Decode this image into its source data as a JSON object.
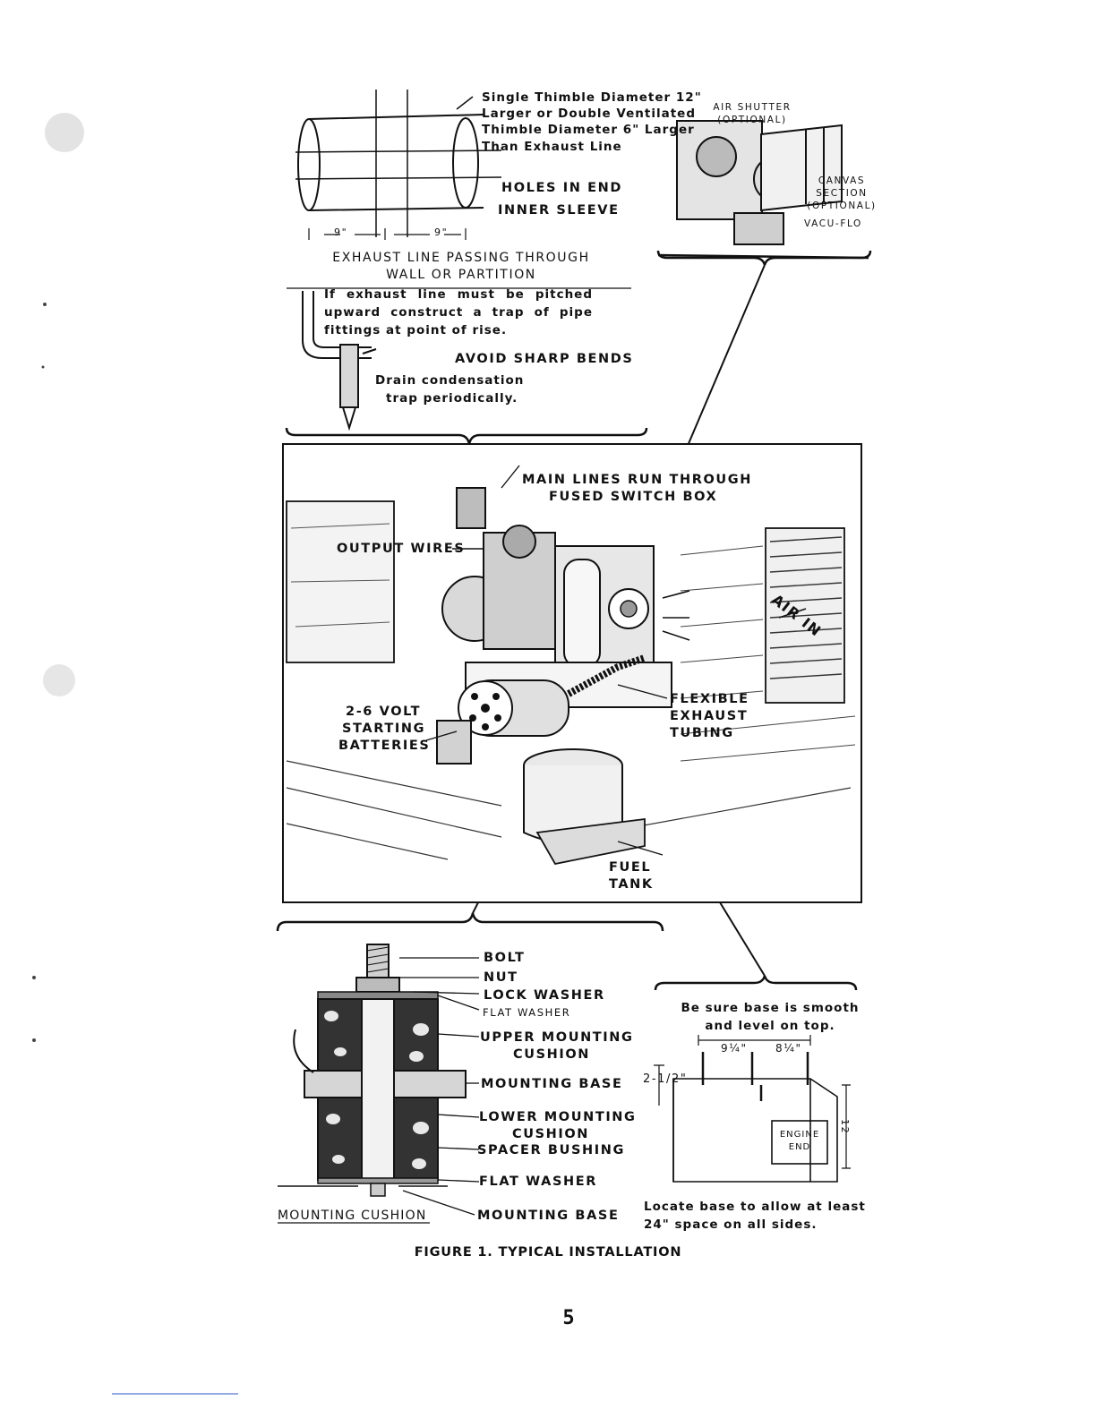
{
  "thimble_note": [
    "Single Thimble Diameter 12\"",
    "Larger or Double Ventilated",
    "Thimble Diameter 6\" Larger",
    "Than Exhaust Line"
  ],
  "holes_in_end": "HOLES IN END",
  "inner_sleeve": "INNER SLEEVE",
  "dim_9_left": "9\"",
  "dim_9_right": "9\"",
  "exhaust_wall_caption": [
    "EXHAUST LINE PASSING THROUGH",
    "WALL OR PARTITION"
  ],
  "air_shutter": [
    "AIR SHUTTER",
    "(OPTIONAL)"
  ],
  "canvas_section": [
    "CANVAS",
    "SECTION",
    "(OPTIONAL)"
  ],
  "vacu_flo": "VACU-FLO",
  "pitch_note": [
    "If exhaust line must be pitched",
    "upward construct a trap of pipe",
    "fittings at point of rise."
  ],
  "avoid_sharp_bends": "AVOID SHARP BENDS",
  "drain_note": [
    "Drain condensation",
    "trap periodically."
  ],
  "main_lines": [
    "MAIN LINES RUN THROUGH",
    "FUSED SWITCH BOX"
  ],
  "output_wires": "OUTPUT WIRES",
  "air_in": "AIR IN",
  "batteries": [
    "2-6 VOLT",
    "STARTING",
    "BATTERIES"
  ],
  "flexible_exhaust": [
    "FLEXIBLE",
    "EXHAUST",
    "TUBING"
  ],
  "fuel_tank": [
    "FUEL",
    "TANK"
  ],
  "cushion_parts": {
    "bolt": "BOLT",
    "nut": "NUT",
    "lock_washer": "LOCK WASHER",
    "flat_washer_top": "FLAT WASHER",
    "upper_cushion": [
      "UPPER MOUNTING",
      "CUSHION"
    ],
    "mounting_base_mid": "MOUNTING BASE",
    "lower_cushion": [
      "LOWER MOUNTING",
      "CUSHION"
    ],
    "spacer_bushing": "SPACER BUSHING",
    "flat_washer_bottom": "FLAT WASHER",
    "mounting_base_bottom": "MOUNTING BASE"
  },
  "mounting_cushion_title": "MOUNTING CUSHION",
  "base_note_top": [
    "Be sure base is smooth",
    "and level on top."
  ],
  "base_dim_a": "9¼\"",
  "base_dim_b": "8¼\"",
  "base_dim_c": "2-1/2\"",
  "base_dim_side": "12",
  "engine_end": [
    "ENGINE",
    "END"
  ],
  "base_note_bottom": [
    "Locate base to allow at least",
    "24\" space on all sides."
  ],
  "figure_caption": "FIGURE 1.  TYPICAL INSTALLATION",
  "page_number": "5"
}
